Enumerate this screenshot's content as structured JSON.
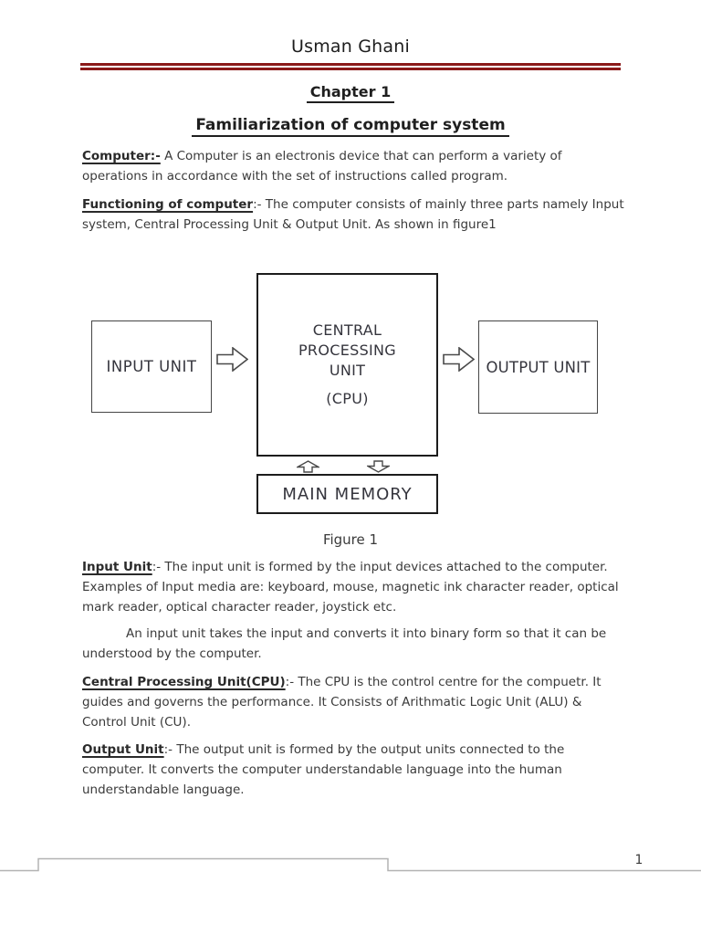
{
  "header": {
    "author": "Usman Ghani"
  },
  "headings": {
    "chapter": "Chapter 1",
    "title": "Familiarization of computer system"
  },
  "paragraphs": {
    "computer": {
      "lead": "Computer:-",
      "text": " A Computer is an electronis device that can perform a variety of operations in accordance with the set of instructions called program."
    },
    "functioning": {
      "lead": "Functioning of computer",
      "sep": ":-",
      "text": " The computer consists of mainly three parts namely Input system, Central Processing Unit & Output Unit. As shown in figure1"
    },
    "input_unit": {
      "lead": "Input Unit",
      "sep": ":-",
      "text": " The input unit is formed by the input devices attached to the computer. Examples of Input media are: keyboard, mouse, magnetic ink character reader, optical mark reader, optical character reader, joystick etc."
    },
    "input_unit_cont": {
      "text": "An input unit takes the input and converts it into binary form so that it can be understood by the computer."
    },
    "cpu": {
      "lead": "Central Processing Unit(CPU)",
      "sep": ":-",
      "text": " The CPU is the control centre for the compuetr. It guides and governs the performance. It Consists of Arithmatic Logic Unit (ALU) & Control Unit (CU)."
    },
    "output_unit": {
      "lead": "Output Unit",
      "sep": ":-",
      "text": " The output unit is formed by the output units connected to the computer. It converts the computer understandable language into the human understandable language."
    }
  },
  "diagram": {
    "input_box_label": "INPUT UNIT",
    "cpu_lines": [
      "CENTRAL",
      "PROCESSING",
      "UNIT"
    ],
    "cpu_sub": "(CPU)",
    "output_box_label": "OUTPUT UNIT",
    "memory_box_label": "MAIN MEMORY",
    "caption": "Figure 1"
  },
  "footer": {
    "page_number": "1"
  },
  "colors": {
    "accent_rule": "#8b1a1a",
    "footer_line": "#b3b3b3",
    "body_text": "#3a3a3a"
  }
}
